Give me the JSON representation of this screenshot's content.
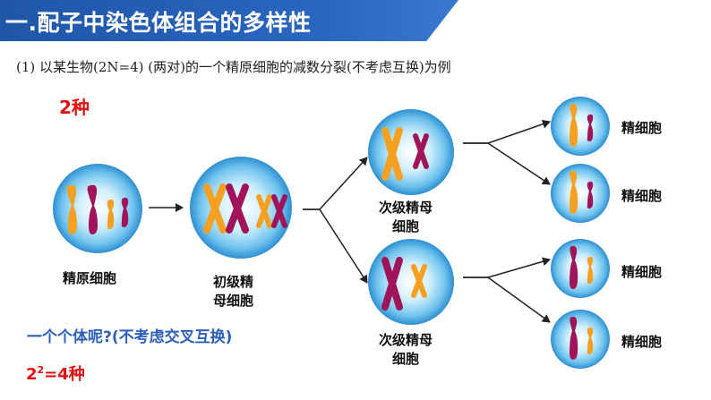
{
  "header": {
    "title": "一.配子中染色体组合的多样性"
  },
  "subtitle": "(1) 以某生物(2N=4) (两对)的一个精原细胞的减数分裂(不考虑互换)为例",
  "result_two_kinds": "2种",
  "question": "一个个体呢?(不考虑交叉互换)",
  "result_four": {
    "base": "2",
    "exp": "2",
    "rest": "=4种"
  },
  "labels": {
    "spermatogonium": "精原细胞",
    "primary_line1": "初级精",
    "primary_line2": "母细胞",
    "secondary_line1": "次级精母",
    "secondary_line2": "细胞",
    "secondary_b_line1": "次级精母",
    "secondary_b_line2": "细胞",
    "sperm": "精细胞"
  },
  "colors": {
    "banner": "#2a66c0",
    "maternal_orange": "#f5a020",
    "paternal_purple": "#a0155a",
    "cell_blue": "#5bb8e8",
    "highlight_red": "#e01010",
    "question_blue": "#2b5fb8"
  }
}
